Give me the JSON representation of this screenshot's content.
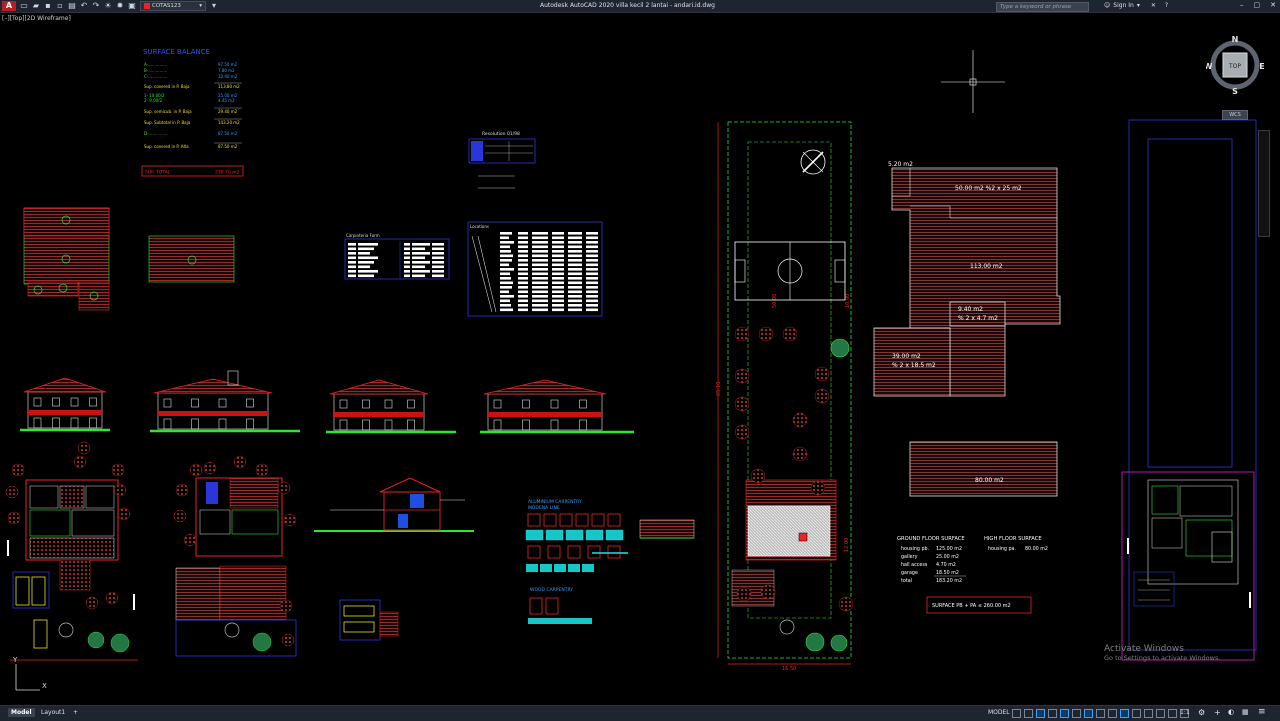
{
  "titlebar": {
    "app_logo": "A",
    "layer_name": "COTAS123",
    "title": "Autodesk AutoCAD 2020   villa kecil 2 lantai - andari.id.dwg",
    "search_placeholder": "Type a keyword or phrase",
    "sign_in": "Sign In"
  },
  "viewport_label": "[–][Top][2D Wireframe]",
  "surface_balance": {
    "title": "SURFACE BALANCE",
    "rows": [
      {
        "label": "A-...............",
        "value": "97.50 m2"
      },
      {
        "label": "B-...............",
        "value": "7.80 m2"
      },
      {
        "label": "C-...............",
        "value": "10.40 m2"
      },
      {
        "label": "Sup. covered in P. Baja",
        "value": "113.80 m2"
      },
      {
        "label": "1- 10.00/2",
        "value": "25.00 m2"
      },
      {
        "label": "2- 9.00/2",
        "value": "4.45 m2"
      },
      {
        "label": "Sup. semicub. in P. Baja",
        "value": "29.40 m2"
      },
      {
        "label": "Sup. Subtotal in P. Baja",
        "value": "143.20 m2"
      },
      {
        "label": "D-...............",
        "value": "87.50 m2"
      },
      {
        "label": "Sup. covered in P. Alta",
        "value": "87.50 m2"
      }
    ],
    "total_label": "SUP. TOTAL",
    "total_value": "230.70 m2"
  },
  "resolution_label": "Resolution 01/98",
  "labels": {
    "carpentry_form": "Carpinteria Form",
    "locations": "Locations",
    "aluminium": "ALUMINIUM CARPENTRY",
    "modena": "MODENA LINE",
    "wood": "WOOD CARPENTRY"
  },
  "site_dims": {
    "total": "65.10",
    "width": "16.50",
    "side1": "50.00",
    "side2": "10.00",
    "cross": "12.00"
  },
  "area_labels": {
    "a1": "5.20 m2",
    "a2": "50.00 m2 %2 x 25 m2",
    "a3": "113.00 m2",
    "a4a": "9.40 m2",
    "a4b": "% 2 x 4.7 m2",
    "a5a": "39.00 m2",
    "a5b": "% 2 x 18.5 m2",
    "a6": "80.00 m2"
  },
  "surface_table": {
    "ground_title": "GROUND FLOOR SURFACE",
    "high_title": "HIGH FLOOR SURFACE",
    "ground_rows": [
      {
        "label": "housing pb.",
        "value": "125.00 m2"
      },
      {
        "label": "gallery",
        "value": "25.00 m2"
      },
      {
        "label": "hall access",
        "value": "4.70 m2"
      },
      {
        "label": "garage",
        "value": "18.50 m2"
      },
      {
        "label": "total",
        "value": "183.20 m2"
      }
    ],
    "high_row": {
      "label": "housing pa.",
      "value": "80.00 m2"
    },
    "sum": "SURFACE PB + PA ≤ 260.00 m2"
  },
  "compass": {
    "n": "N",
    "s": "S",
    "e": "E",
    "w": "W",
    "top": "TOP",
    "wcs": "WCS"
  },
  "ucs": {
    "x": "X",
    "y": "Y"
  },
  "status": {
    "tab_model": "Model",
    "tab_layout": "Layout1",
    "model": "MODEL",
    "scale": "1:1"
  },
  "activation": {
    "line1": "Activate Windows",
    "line2": "Go to Settings to activate Windows."
  },
  "colors": {
    "bg": "#000000",
    "red": "#e8181c",
    "green": "#2ee62e",
    "cyan": "#17e6e6",
    "blue": "#2a36d8",
    "brown": "#8b2e2e",
    "magenta": "#c021c0"
  }
}
